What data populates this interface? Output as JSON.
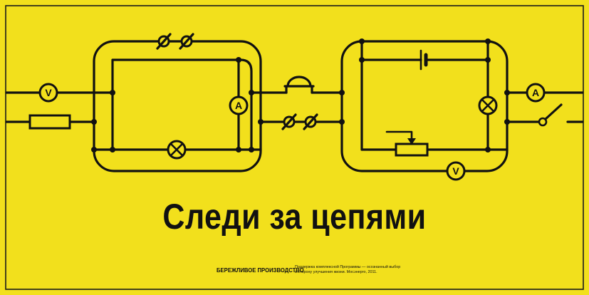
{
  "poster": {
    "headline": "Следи за цепями",
    "brand": "БЕРЕЖЛИВОЕ ПРОИЗВОДСТВО",
    "footnote_lines": [
      "Поддержка комплексной Программы — осознанный выбор",
      "в сторону улучшения жизни. Мосэнерго, 2011."
    ]
  },
  "colors": {
    "background": "#F2E01C",
    "ink": "#111111"
  },
  "circuit": {
    "meters": {
      "left_voltmeter": "V",
      "left_lens_ammeter": "A",
      "right_lens_voltmeter": "V",
      "right_ammeter": "A"
    },
    "component_icons": [
      "voltmeter-icon",
      "ammeter-icon",
      "resistor-icon",
      "lamp-icon",
      "terminal-icon",
      "bell-icon",
      "battery-icon",
      "rheostat-icon",
      "switch-icon"
    ]
  }
}
